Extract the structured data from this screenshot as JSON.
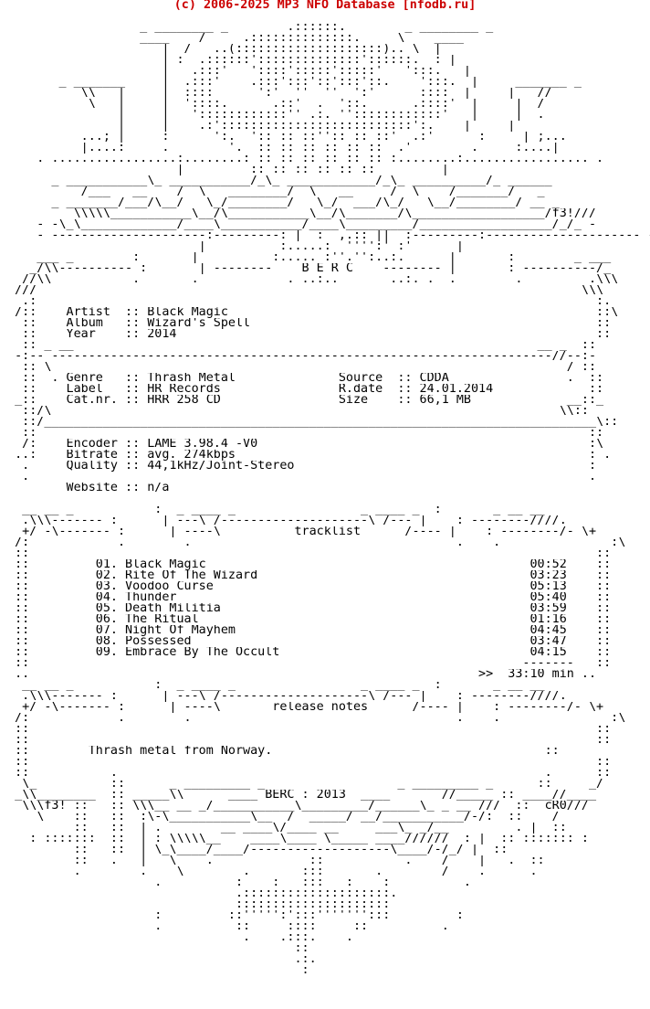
{
  "page": {
    "header": "(c) 2006-2025 MP3 NFO Database [nfodb.ru]",
    "header_color": "#cc0000",
    "text_color": "#000000",
    "background_color": "#ffffff"
  },
  "nfo_lines": [
    "",
    "                   _ ________ _        .::::::.        _ ________ _",
    "                   ____    /     .::::::::::::::.     \\    ____",
    "                      |  /   ..(::::::::::::::::::::).. \\  |",
    "                      | :  .::::::'::::::::::::::'::::::.  : |",
    "                      |   .:::'   '::::':::::':::::'   ':::.   |",
    "        _ _______     |  .:::'    .:::':::'::':::'::.    ':::.  |     _______ _",
    "           \\\\   |     |  ::::      ':'  ''  ''  ':'      ::::  |     |   //",
    "            \\   |     |  '::::.      .::'  .  '::.      .::::'  |     |  /",
    "                |     |   '::::::::::::'' .:. ''::::::::::::'   |     |  .",
    "                |     |    .:'::::::::::::::::::::::::::':.    |     |",
    "           ...; |     :      ':.  ':: :: ::'':: :: ::'  .:'      :     | ;...",
    "           |....:     .        '.  :: :: :: :: :: ::  .'        .     :....|",
    "     . .................:........: :: :: :: :: :: :: :........:................. .",
    "                        |         :: :: :: :: :: ::         |",
    "       _ ___________\\_ ___________/_\\_ ____________/_\\_ __________/_ ______",
    "           /___   __    /  \\   ________/  \\   __     /  \\    /_______/   _",
    "       _ _______/___/\\__/   \\_/________/   \\_/  ___/\\_/   \\__/________/ __ _",
    "          \\\\\\\\\\___________\\__/\\___________\\__/\\_______/\\__________________/f3!///",
    "     - -\\_\\_____________/____\\___________/____\\_________/__________________/_/_ -",
    "     - ---------------------:---------: |  :  ,.:: ||  :---------:--------------------- -",
    "                           |          :.....:  '''':' :'      |",
    "     ___ _        :       |          :..... :''.'':..:.      |       :        _ ___",
    "    _/\\\\---------- :       | --------    B E R C    -------- |       : ----------/_",
    "   //\\\\           .       .            . ..:..       ..:. .  .        .         .\\\\\\",
    "  ///                                                                          \\\\\\",
    "   .:                                                                            :.",
    "  /::    Artist  :: Black Magic                                                  ::\\",
    "   ::    Album   :: Wizard's Spell                                               ::",
    "   ::    Year    :: 2014                                                         ::",
    "   :: _ __                                                               __ _  ::",
    "  -:-- --------------------------------------------------------------------//--:-",
    "   :: \\                                                                      / ::",
    "   ::  . Genre   :: Thrash Metal              Source  :: CDDA                .  ::",
    "   ::    Label   :: HR Records                R.date  :: 24.01.2014             ::",
    "  _::    Cat.nr. :: HRR 258 CD                Size    :: 66,1 MB             __::_",
    "   ::/\\                                                                     \\\\::",
    "   ::/___________________________________________________________________________\\::",
    "   ::                                                                           ::",
    "   /:    Encoder :: LAME 3.98.4 -V0                                             :\\",
    "  ..:    Bitrate :: avg. 274kbps                                                : .",
    "   .     Quality :: 44,1kHz/Joint-Stereo                                        :",
    "   .                                                                            .",
    "         Website :: n/a",
    "",
    "   __ __ _           :  _ ____ _                 _ ____ _  :       _ __ __",
    "   .\\\\\\------- :      | ---\\ /--------------------\\ /--- |    : --------////.",
    "   +/ -\\------- :      | ----\\          tracklist      /---- |    : --------/- \\+",
    "  /:            .        .                                    .    .               :\\",
    "  ::                                                                             ::",
    "  ::         01. Black Magic                                            00:52    ::",
    "  ::         02. Rite Of The Wizard                                     03:23    ::",
    "  ::         03. Voodoo Curse                                           05:13    ::",
    "  ::         04. Thunder                                                05:40    ::",
    "  ::         05. Death Militia                                          03:59    ::",
    "  ::         06. The Ritual                                             01:16    ::",
    "  ::         07. Night Of Mayhem                                        04:45    ::",
    "  ::         08. Possessed                                              03:47    ::",
    "  ::         09. Embrace By The Occult                                  04:15    ::",
    "  ::                                                                   -------   ::",
    "  ..                                                             >>  33:10 min ..",
    "   __ __ _           :  _ ____ _                 _ ____ _  :       _ __ __",
    "   .\\\\\\------- :      | ---\\ /--------------------\\ /--- |    : --------////.",
    "   +/ -\\------- :      | ----\\       release notes      /---- |    : --------/- \\+",
    "  /:            .        .                                    .    .               :\\",
    "  ::                                                                             ::",
    "  ::                                                                             ::",
    "  ::        Thrash metal from Norway.                                     ::",
    "  ::                                                                             ::",
    "  ::           .                                                          .      ::",
    "   \\_          ::      _ _________ _                  _ _________ _      ::     _/",
    "  _\\\\________  :: _____\\\\      ____ BERC : 2013  ____       //_____ :: ____//____",
    "   \\\\\\f3! ::   :: \\\\\\__ __ _/___________\\_________/______\\_ _ __ ///  ::  cR0///",
    "     \\    ::   ::  :\\-\\___________\\__  /  _____/ __/___________/-/:  ::    /",
    "          ::   ::  | .        __ ____\\/____ __     ___\\_ _/__         . |  ::",
    "    : :::::::  ::  | : \\\\\\\\\\__    ____\\____ \\_____ ____//////  : |  :: ::::::: :",
    "          ::   ::  | \\_\\____/____/-------------------\\____/-/_/ |  ::",
    "          ::   .   |   \\    .             ::           .    /    |   .  ::",
    "          .        .    \\        .       :::       .        /    .      .",
    "                     .          :    :   :::   :    :          .",
    "                                .::::::::::::::::::::.",
    "                                :::::::::::::::::::::",
    "                     :         ::''''':':::''''''':::         :",
    "                     .          ::     ::::     ::          .",
    "                                 .    .:::.    .",
    "                                        ::",
    "                                        .:.",
    "                                         :",
    "",
    ""
  ]
}
